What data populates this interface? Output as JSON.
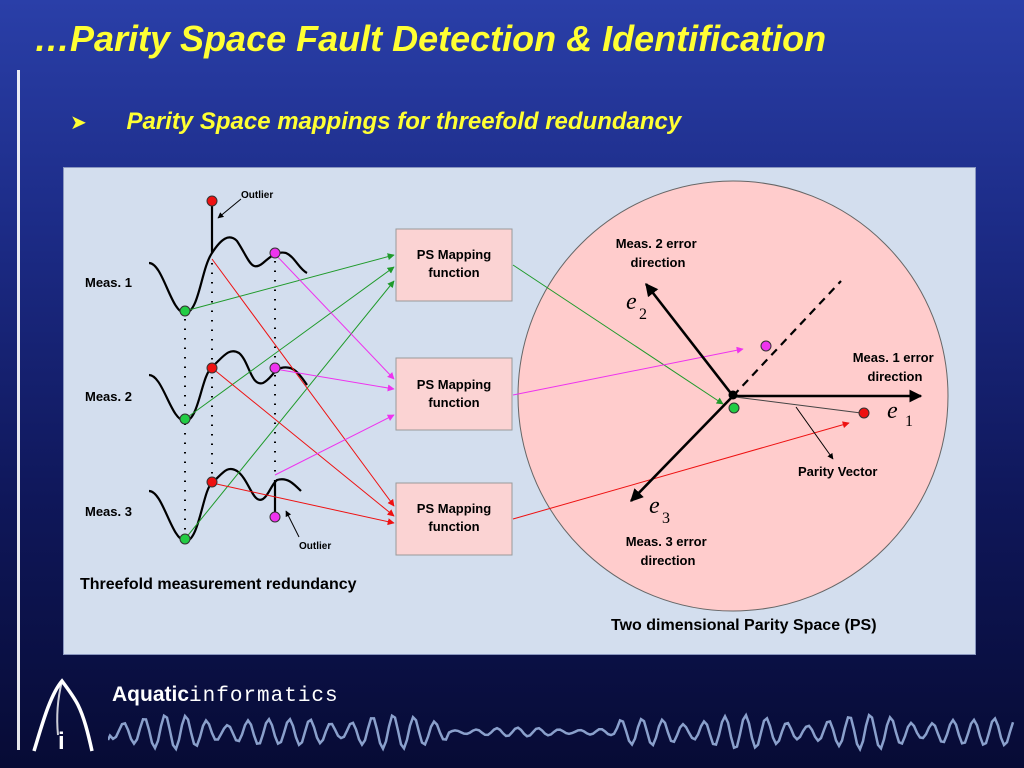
{
  "slide": {
    "title": "…Parity Space Fault Detection & Identification",
    "bullet": "Parity Space mappings for threefold redundancy"
  },
  "diagram": {
    "measurements": [
      "Meas. 1",
      "Meas. 2",
      "Meas. 3"
    ],
    "outlier_label": "Outlier",
    "mapping_box": "PS Mapping function",
    "left_caption": "Threefold measurement redundancy",
    "right_caption": "Two dimensional Parity Space (PS)",
    "error_directions": {
      "e1": "Meas. 1 error direction",
      "e2": "Meas. 2 error direction",
      "e3": "Meas. 3 error direction"
    },
    "parity_vector": "Parity Vector",
    "axis_symbol": "e",
    "axis_subscripts": [
      "1",
      "2",
      "3"
    ]
  },
  "footer": {
    "brand_bold": "Aquatic",
    "brand_regular": "informatics",
    "logo_letter": "i"
  },
  "colors": {
    "title": "#ffff33",
    "panel": "#d3deee",
    "box_fill": "#fbd3d3",
    "circle_fill": "#ffcccc",
    "red": "#ee1111",
    "green": "#22cc44",
    "magenta": "#ee33ee"
  }
}
